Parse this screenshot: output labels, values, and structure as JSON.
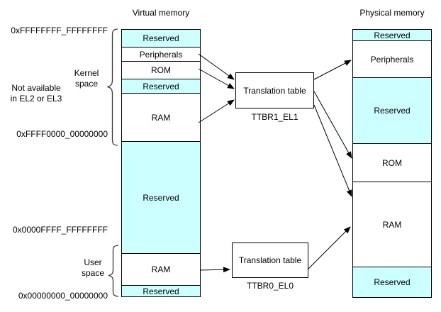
{
  "diagram": {
    "virtual": {
      "title": "Virtual memory",
      "segments": [
        {
          "label": "Reserved",
          "type": "reserved"
        },
        {
          "label": "Peripherals",
          "type": "normal"
        },
        {
          "label": "ROM",
          "type": "normal"
        },
        {
          "label": "Reserved",
          "type": "reserved"
        },
        {
          "label": "RAM",
          "type": "normal"
        },
        {
          "label": "Reserved",
          "type": "reserved"
        },
        {
          "label": "RAM",
          "type": "normal"
        },
        {
          "label": "Reserved",
          "type": "reserved"
        }
      ]
    },
    "physical": {
      "title": "Physical memory",
      "segments": [
        {
          "label": "Reserved",
          "type": "reserved"
        },
        {
          "label": "Peripherals",
          "type": "normal"
        },
        {
          "label": "Reserved",
          "type": "reserved"
        },
        {
          "label": "ROM",
          "type": "normal"
        },
        {
          "label": "RAM",
          "type": "normal"
        },
        {
          "label": "Reserved",
          "type": "reserved"
        }
      ]
    },
    "addresses": {
      "virtual_top": "0xFFFFFFFF_FFFFFFFF",
      "kernel_bottom": "0xFFFF0000_00000000",
      "user_top": "0x0000FFFF_FFFFFFFF",
      "virtual_bottom": "0x00000000_00000000"
    },
    "annotations": {
      "kernel_space_line1": "Kernel",
      "kernel_space_line2": "space",
      "not_available_line1": "Not available",
      "not_available_line2": "in EL2 or EL3",
      "user_space_line1": "User",
      "user_space_line2": "space"
    },
    "translation_tables": [
      {
        "label": "Translation table",
        "register": "TTBR1_EL1"
      },
      {
        "label": "Translation table",
        "register": "TTBR0_EL0"
      }
    ],
    "colors": {
      "reserved_fill": "#CCFFFF",
      "normal_fill": "#FFFFFF",
      "line": "#000000"
    }
  }
}
